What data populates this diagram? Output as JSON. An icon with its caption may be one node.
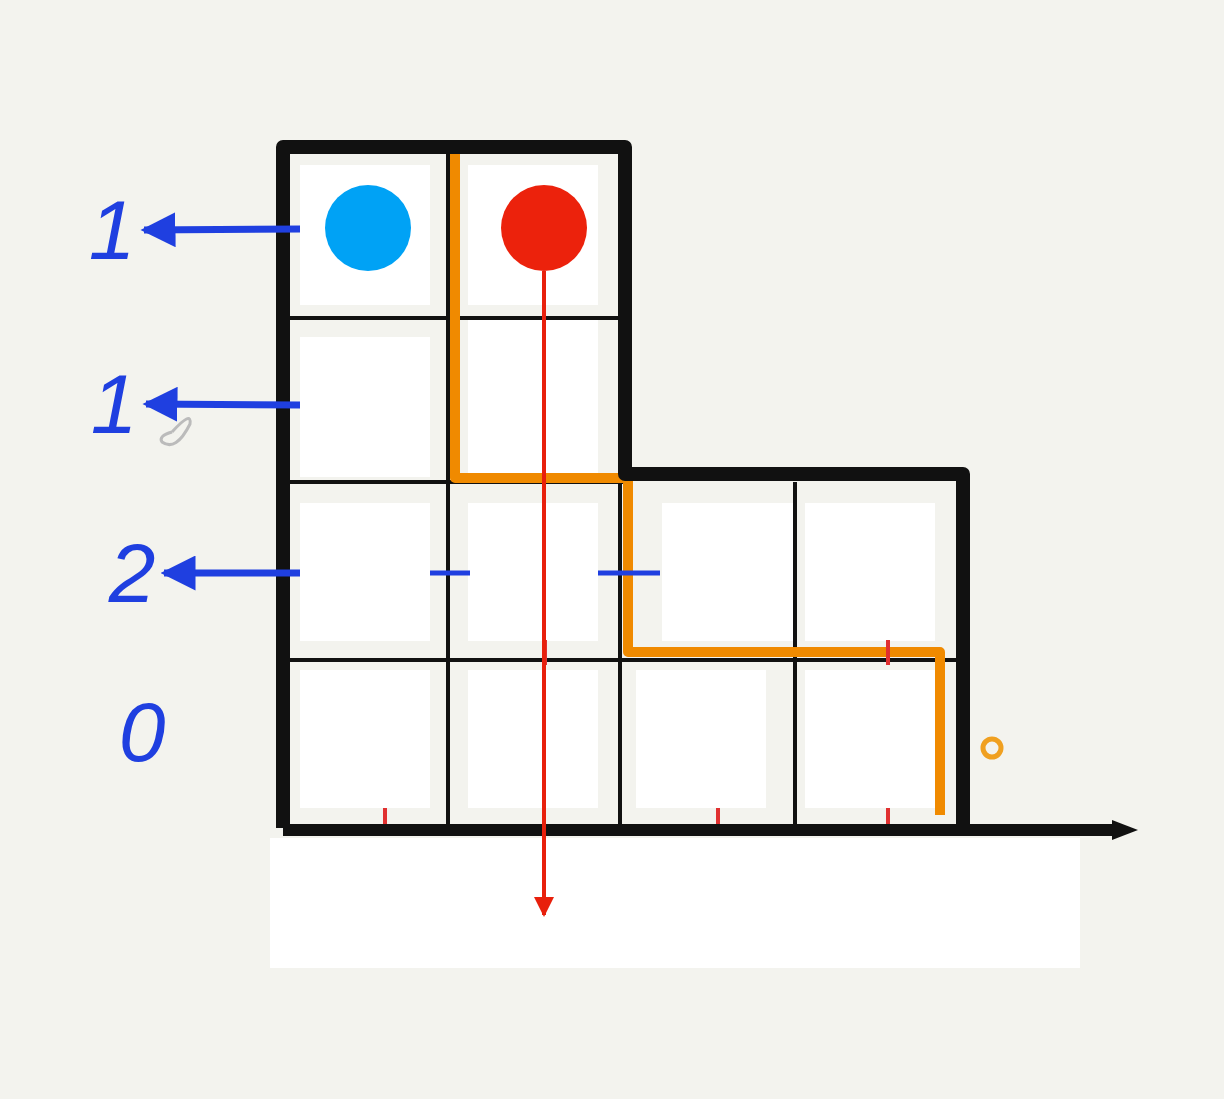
{
  "diagram": {
    "nodes": [
      {
        "text": [
          "1"
        ]
      },
      {
        "text": [
          "1"
        ]
      },
      {
        "text": [
          "2"
        ]
      },
      {
        "text": [],
        "shape": "circle"
      },
      {
        "text": [],
        "shape": "circle"
      }
    ],
    "edges": [
      {
        "from": null,
        "to": 0,
        "arrow": "to"
      },
      {
        "from": null,
        "to": 1,
        "arrow": "to"
      },
      {
        "from": null,
        "to": 2,
        "arrow": "to"
      },
      {
        "from": 4,
        "to": null,
        "arrow": "to",
        "color": "#e8200c"
      }
    ],
    "labels": [
      "0"
    ]
  }
}
